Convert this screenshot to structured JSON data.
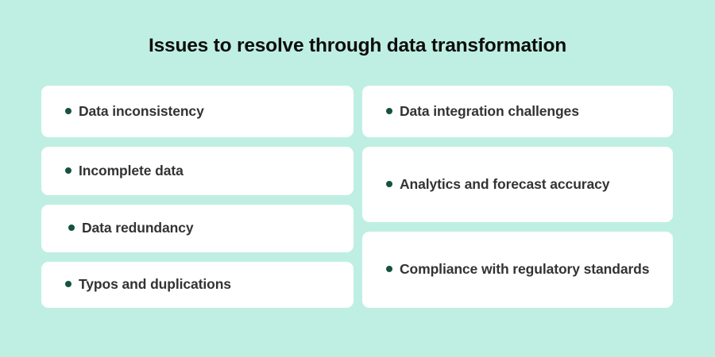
{
  "slide": {
    "title": "Issues to resolve through data transformation",
    "background_color": "#bfefe2",
    "card_color": "#ffffff",
    "bullet_color": "#14543a",
    "text_color": "#333333",
    "title_color": "#0d0d0d"
  },
  "columns": {
    "left": {
      "items": [
        {
          "label": "Data inconsistency"
        },
        {
          "label": "Incomplete data"
        },
        {
          "label": "Data redundancy"
        },
        {
          "label": "Typos and duplications"
        }
      ]
    },
    "right": {
      "items": [
        {
          "label": "Data integration challenges"
        },
        {
          "label": "Analytics and forecast accuracy"
        },
        {
          "label": "Compliance with regulatory standards"
        }
      ]
    }
  }
}
